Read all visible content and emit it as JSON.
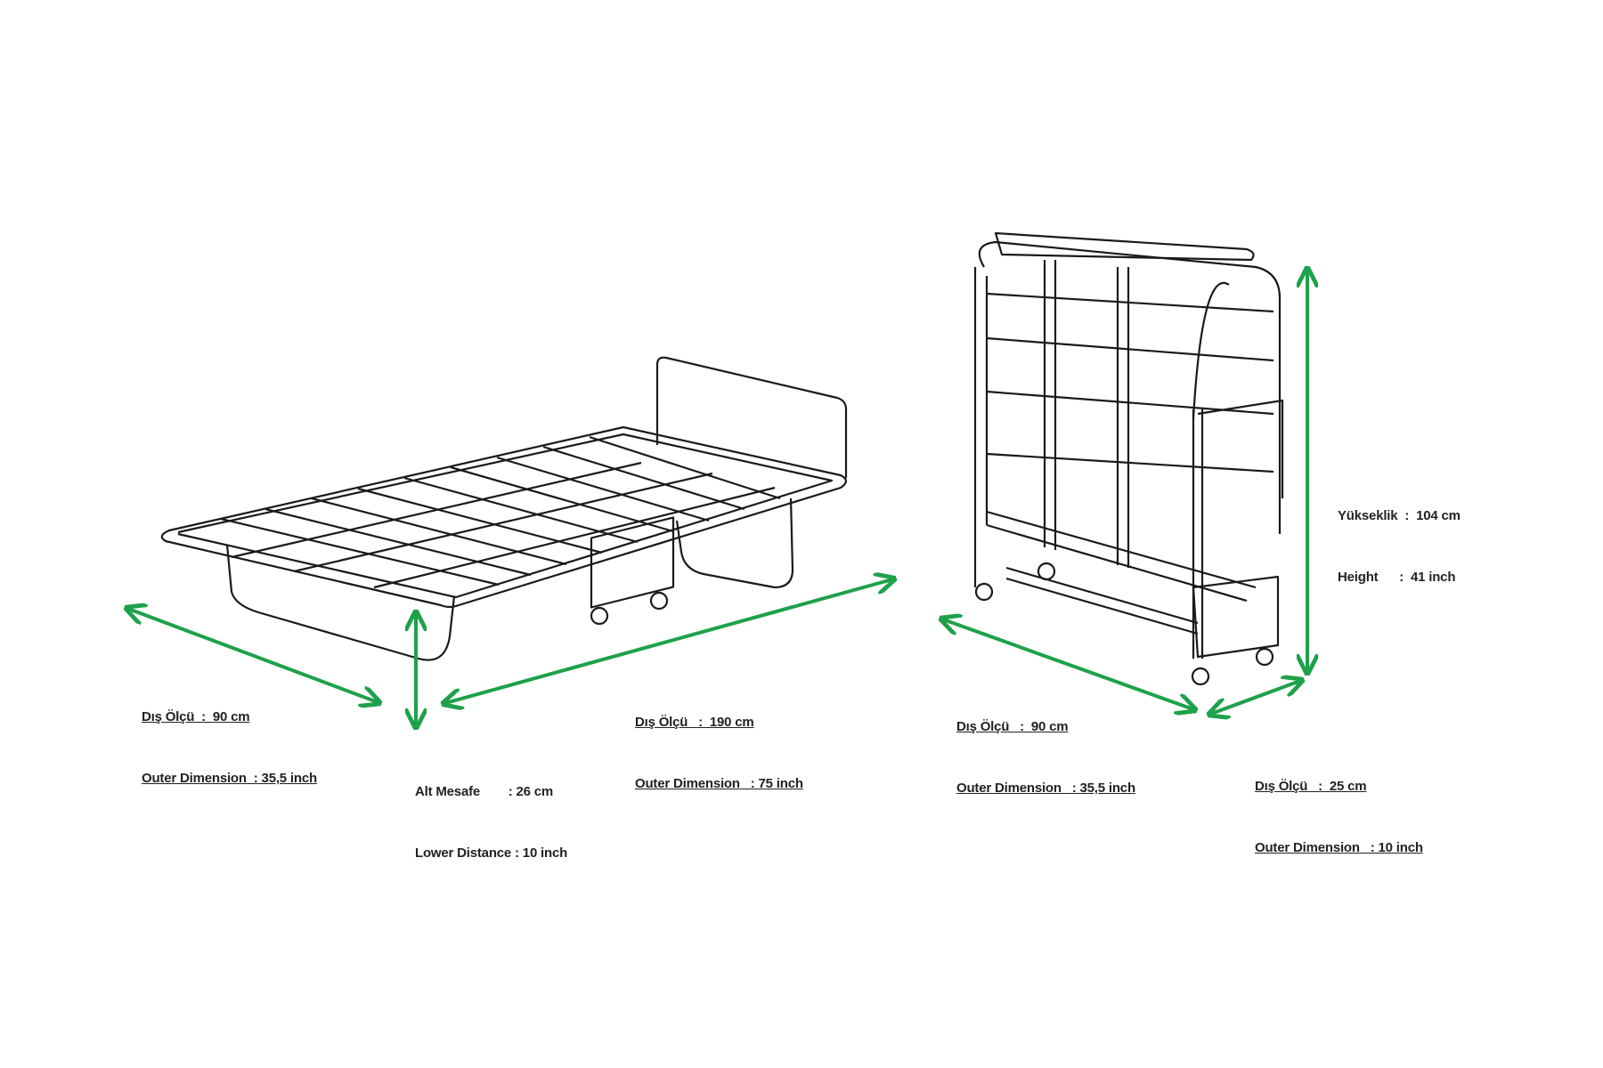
{
  "colors": {
    "arrow": "#1ea14a",
    "line": "#1a1a1a"
  },
  "open_bed": {
    "width": {
      "line1": "Dış Ölçü  :  90 cm",
      "line2": "Outer Dimension  : 35,5 inch"
    },
    "length": {
      "line1": "Dış Ölçü   :  190 cm",
      "line2": "Outer Dimension   : 75 inch"
    },
    "lower_distance": {
      "line1": "Alt Mesafe        : 26 cm",
      "line2": "Lower Distance : 10 inch"
    }
  },
  "folded_bed": {
    "width": {
      "line1": "Dış Ölçü   :  90 cm",
      "line2": "Outer Dimension   : 35,5 inch"
    },
    "depth": {
      "line1": "Dış Ölçü   :  25 cm",
      "line2": "Outer Dimension   : 10 inch"
    },
    "height": {
      "line1": "Yükseklik  :  104 cm",
      "line2": "Height      :  41 inch"
    }
  }
}
